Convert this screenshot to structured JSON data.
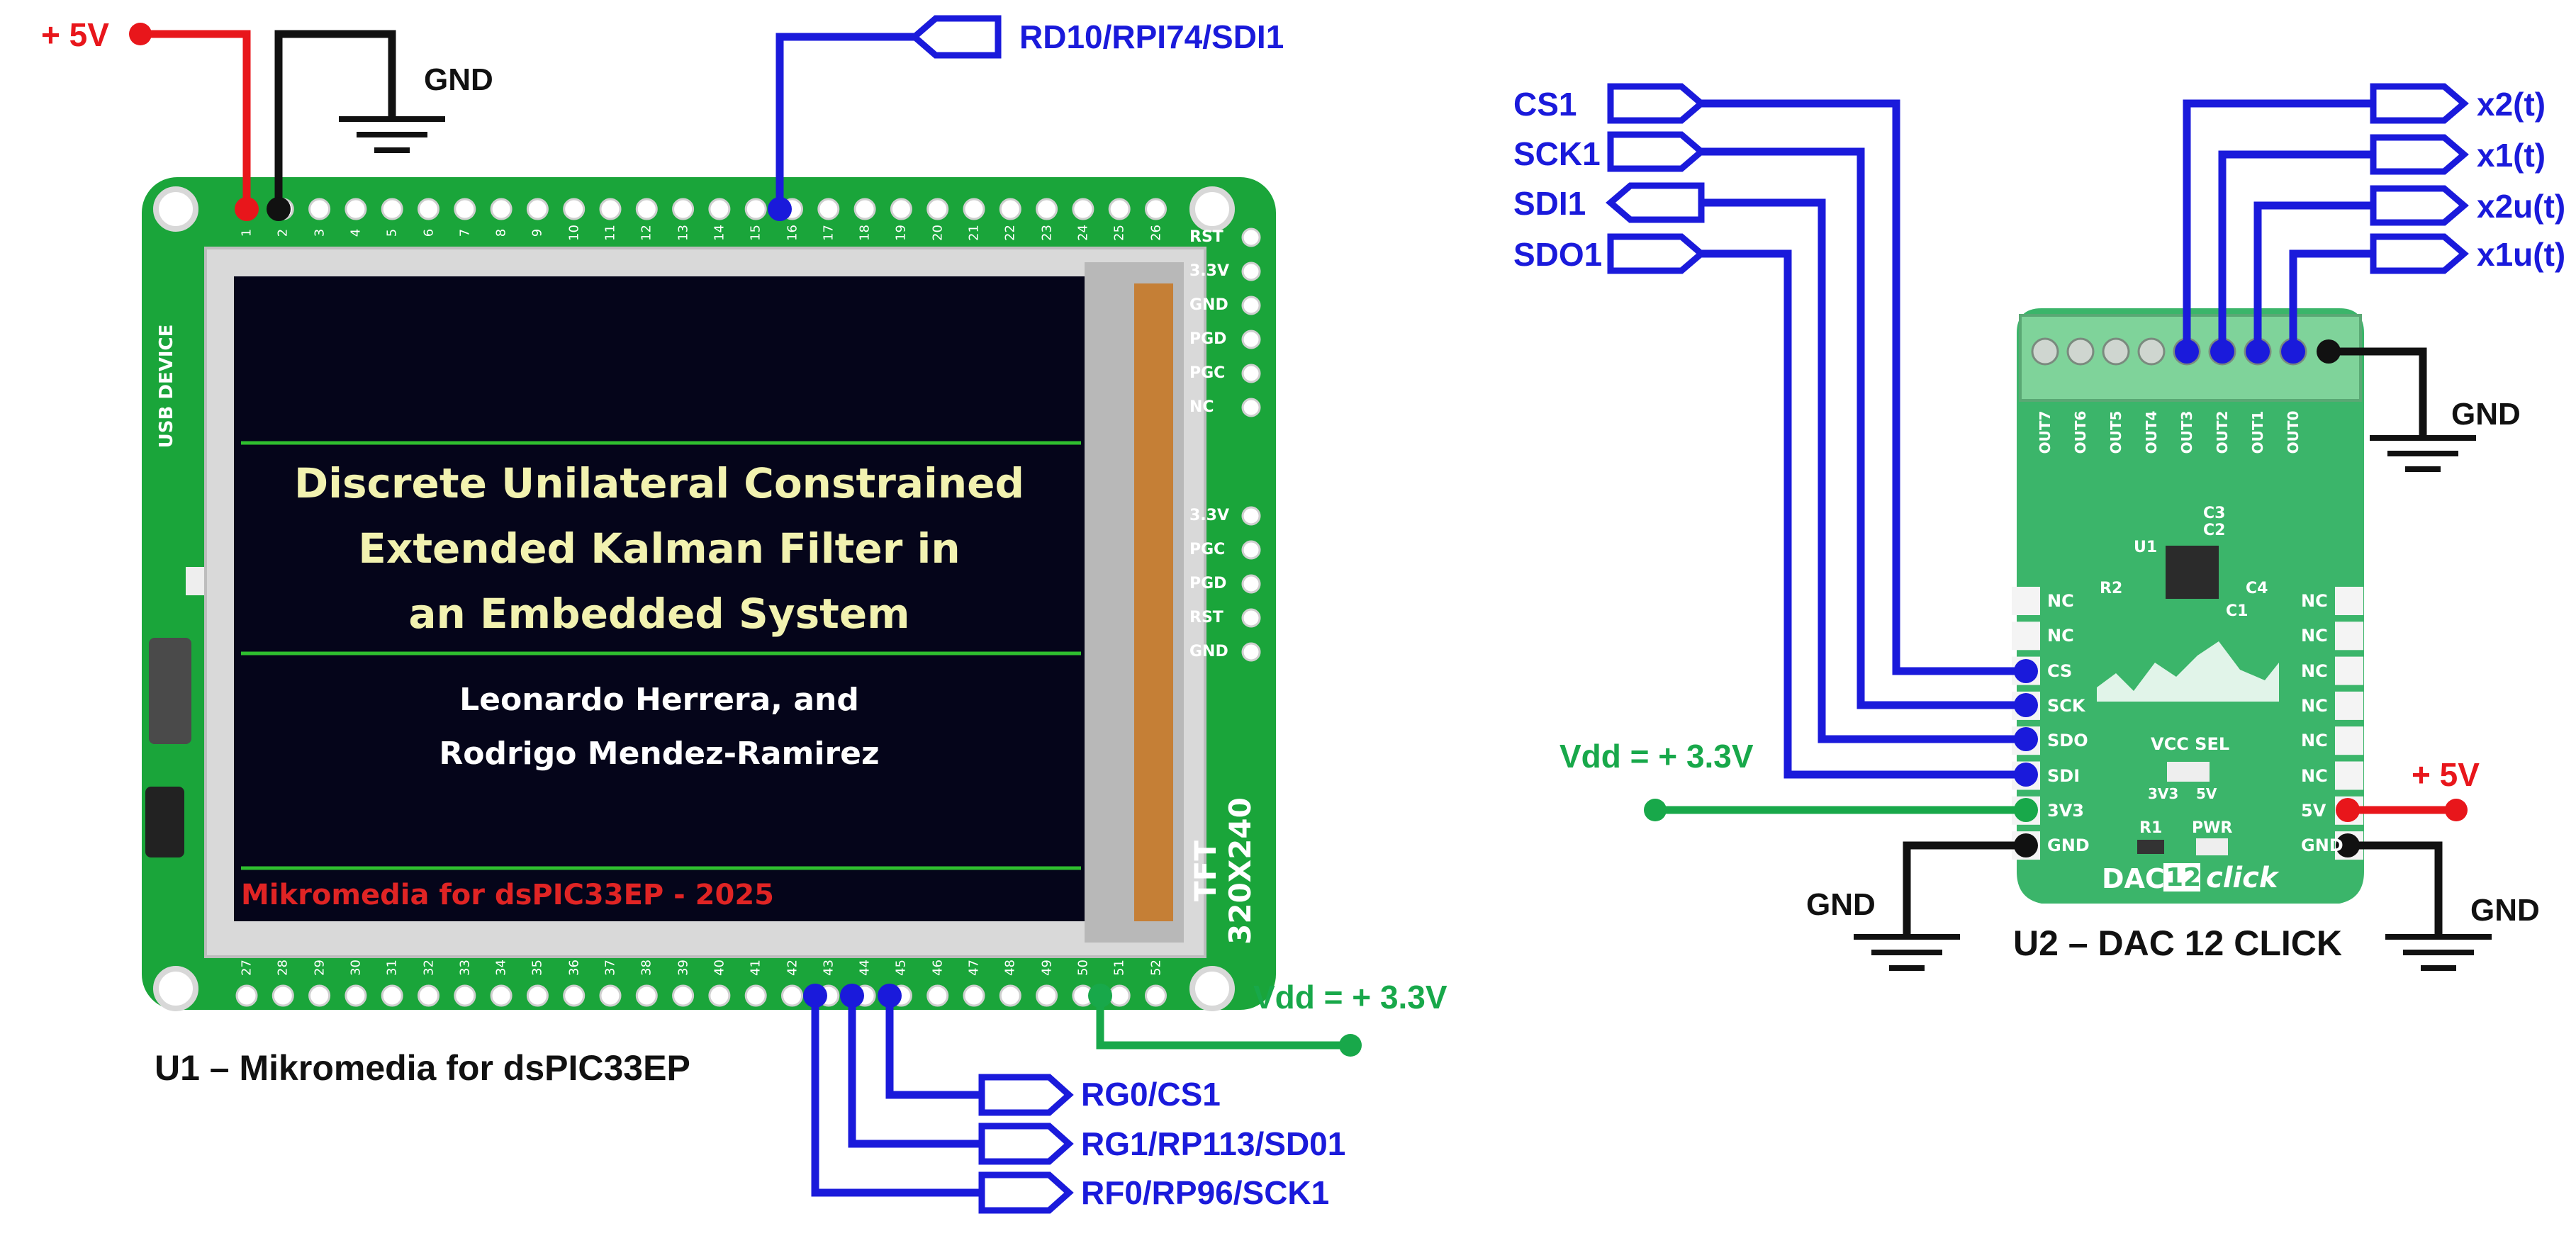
{
  "colors": {
    "signal": "#1a1adb",
    "power": "#e8161b",
    "supply": "#18a84a",
    "ground": "#111111",
    "pcb": "#1aa53a",
    "dac_pcb": "#3bb56a"
  },
  "u1": {
    "caption": "U1 – Mikromedia for dsPIC33EP",
    "screen": {
      "title_line1": "Discrete Unilateral Constrained",
      "title_line2": "Extended Kalman Filter in",
      "title_line3": "an Embedded System",
      "authors_line1": "Leonardo Herrera, and",
      "authors_line2": "Rodrigo Mendez-Ramirez",
      "footer": "Mikromedia for dsPIC33EP - 2025"
    },
    "board_labels": {
      "usb": "USB DEVICE",
      "tft": "TFT 320X240",
      "right_top": [
        "RST",
        "3.3V",
        "GND",
        "PGD",
        "PGC",
        "NC"
      ],
      "right_bottom": [
        "3.3V",
        "PGC",
        "PGD",
        "RST",
        "GND"
      ]
    },
    "top_pins": [
      "1",
      "2",
      "3",
      "4",
      "5",
      "6",
      "7",
      "8",
      "9",
      "10",
      "11",
      "12",
      "13",
      "14",
      "15",
      "16",
      "17",
      "18",
      "19",
      "20",
      "21",
      "22",
      "23",
      "24",
      "25",
      "26"
    ],
    "bottom_pins": [
      "27",
      "28",
      "29",
      "30",
      "31",
      "32",
      "33",
      "34",
      "35",
      "36",
      "37",
      "38",
      "39",
      "40",
      "41",
      "42",
      "43",
      "44",
      "45",
      "46",
      "47",
      "48",
      "49",
      "50",
      "51",
      "52"
    ],
    "nets": {
      "v5": "+ 5V",
      "gnd": "GND",
      "sdi": "RD10/RPI74/SDI1",
      "vdd": "Vdd = + 3.3V",
      "cs": "RG0/CS1",
      "sdo": "RG1/RP113/SD01",
      "sck": "RF0/RP96/SCK1"
    }
  },
  "u2": {
    "caption": "U2 – DAC 12 CLICK",
    "left_pins": [
      "NC",
      "NC",
      "CS",
      "SCK",
      "SDO",
      "SDI",
      "3V3",
      "GND"
    ],
    "right_pins": [
      "NC",
      "NC",
      "NC",
      "NC",
      "NC",
      "NC",
      "5V",
      "GND"
    ],
    "out_labels": [
      "OUT7",
      "OUT6",
      "OUT5",
      "OUT4",
      "OUT3",
      "OUT2",
      "OUT1",
      "OUT0"
    ],
    "components": [
      "U1",
      "C3",
      "C2",
      "R2",
      "C4",
      "C1",
      "R1",
      "PWR"
    ],
    "vcc_sel": "VCC SEL",
    "vcc_opts": [
      "3V3",
      "5V"
    ],
    "brand_left": "DAC",
    "brand_num": "12",
    "brand_right": "click",
    "nets": {
      "cs": "CS1",
      "sck": "SCK1",
      "sdi": "SDI1",
      "sdo": "SDO1",
      "x2": "x2(t)",
      "x1": "x1(t)",
      "x2u": "x2u(t)",
      "x1u": "x1u(t)",
      "gnd_top": "GND",
      "vdd": "Vdd = + 3.3V",
      "v5": "+ 5V",
      "gnd_left": "GND",
      "gnd_right": "GND"
    }
  }
}
